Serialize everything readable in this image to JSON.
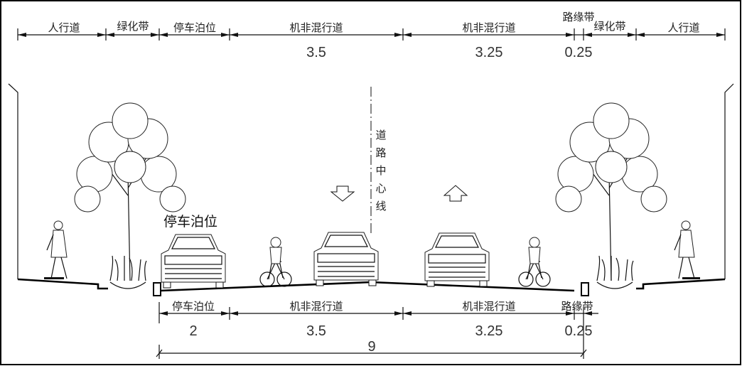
{
  "top_dimensions": {
    "labels": [
      "人行道",
      "绿化带",
      "停车泊位",
      "机非混行道",
      "机非混行道",
      "路缘带",
      "绿化带",
      "人行道"
    ],
    "values": [
      "3.5",
      "3.25",
      "0.25"
    ]
  },
  "bottom_dimensions": {
    "labels": [
      "停车泊位",
      "机非混行道",
      "机非混行道",
      "路缘带"
    ],
    "values": [
      "2",
      "3.5",
      "3.25",
      "0.25"
    ],
    "total": "9"
  },
  "annotations": {
    "parking_label": "停车泊位",
    "centerline_chars": [
      "道",
      "路",
      "中",
      "心",
      "线"
    ]
  }
}
